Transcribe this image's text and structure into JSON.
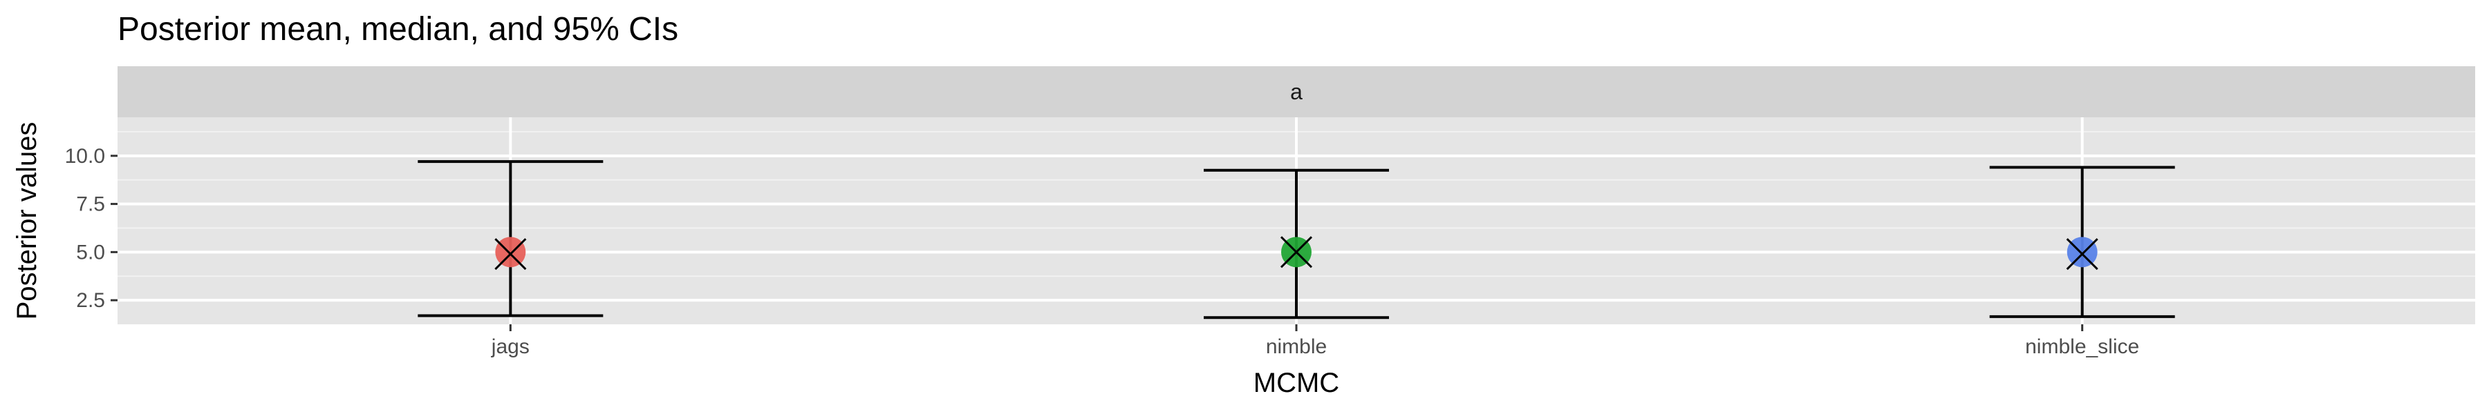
{
  "chart_data": {
    "type": "errorbar",
    "title": "Posterior mean, median, and 95% CIs",
    "facet_label": "a",
    "xlabel": "MCMC",
    "ylabel": "Posterior values",
    "categories": [
      "jags",
      "nimble",
      "nimble_slice"
    ],
    "series": [
      {
        "name": "mean",
        "marker": "circle",
        "values": [
          5.0,
          5.0,
          5.0
        ]
      },
      {
        "name": "median",
        "marker": "x",
        "values": [
          4.9,
          5.0,
          4.9
        ]
      },
      {
        "name": "ci_lower",
        "values": [
          1.7,
          1.6,
          1.65
        ]
      },
      {
        "name": "ci_upper",
        "values": [
          9.7,
          9.25,
          9.4
        ]
      }
    ],
    "colors": [
      "#E7605A",
      "#21A535",
      "#5882E8"
    ],
    "ylim": [
      1.25,
      12.0
    ],
    "yticks": [
      2.5,
      5.0,
      7.5,
      10.0
    ],
    "ytick_labels": [
      "2.5",
      "5.0",
      "7.5",
      "10.0"
    ],
    "grid": true,
    "legend": "none",
    "panel_background": "#E5E5E5",
    "strip_background": "#D3D3D3"
  }
}
